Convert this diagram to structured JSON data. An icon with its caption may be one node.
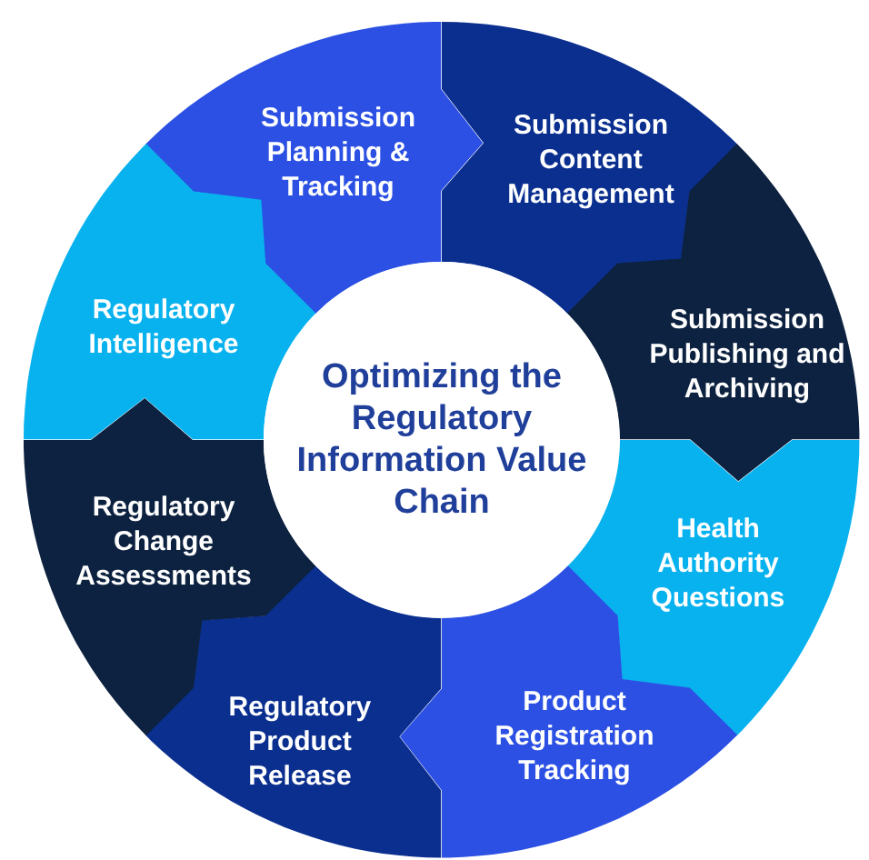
{
  "diagram": {
    "nodes": [
      {
        "text": [
          "Optimizing the Regulatory Information Value Chain"
        ]
      },
      {
        "text": [
          "Submission Planning & Tracking"
        ]
      },
      {
        "text": [
          "Submission Content Management"
        ]
      },
      {
        "text": [
          "Submission Publishing and Archiving"
        ]
      },
      {
        "text": [
          "Health Authority Questions"
        ]
      },
      {
        "text": [
          "Product Registration Tracking"
        ]
      },
      {
        "text": [
          "Regulatory Product Release"
        ]
      },
      {
        "text": [
          "Regulatory Change Assessments"
        ]
      },
      {
        "text": [
          "Regulatory Intelligence"
        ]
      }
    ]
  }
}
